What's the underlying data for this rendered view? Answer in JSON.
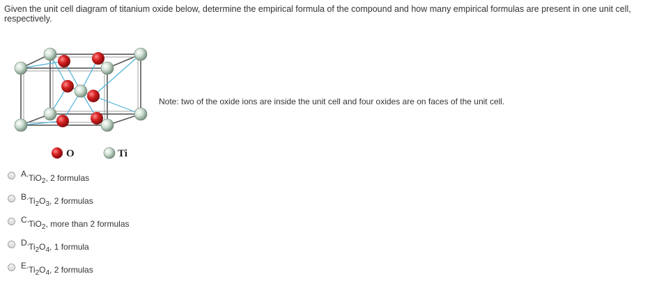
{
  "question": "Given the unit cell diagram of titanium oxide below, determine the empirical formula of the compound and how many empirical formulas are present in one unit cell, respectively.",
  "note": "Note: two of the oxide ions are inside the unit cell and four oxides are on faces of the unit cell.",
  "legend": {
    "oxygen_label": "O",
    "titanium_label": "Ti"
  },
  "colors": {
    "oxygen": "#cc2222",
    "titanium": "#b9d3c0",
    "cell_edge": "#555555",
    "bond": "#4ab0d8"
  },
  "options": [
    {
      "letter": "A.",
      "pre": "TiO",
      "sub": "2",
      "post": ", 2 formulas"
    },
    {
      "letter": "B.",
      "pre": "Ti",
      "sub": "2",
      "mid": "O",
      "sub2": "3",
      "post": ", 2 formulas"
    },
    {
      "letter": "C.",
      "pre": "TiO",
      "sub": "2",
      "post": ", more than 2 formulas"
    },
    {
      "letter": "D.",
      "pre": "Ti",
      "sub": "2",
      "mid": "O",
      "sub2": "4",
      "post": ", 1 formula"
    },
    {
      "letter": "E.",
      "pre": "Ti",
      "sub": "2",
      "mid": "O",
      "sub2": "4",
      "post": ", 2 formulas"
    }
  ]
}
